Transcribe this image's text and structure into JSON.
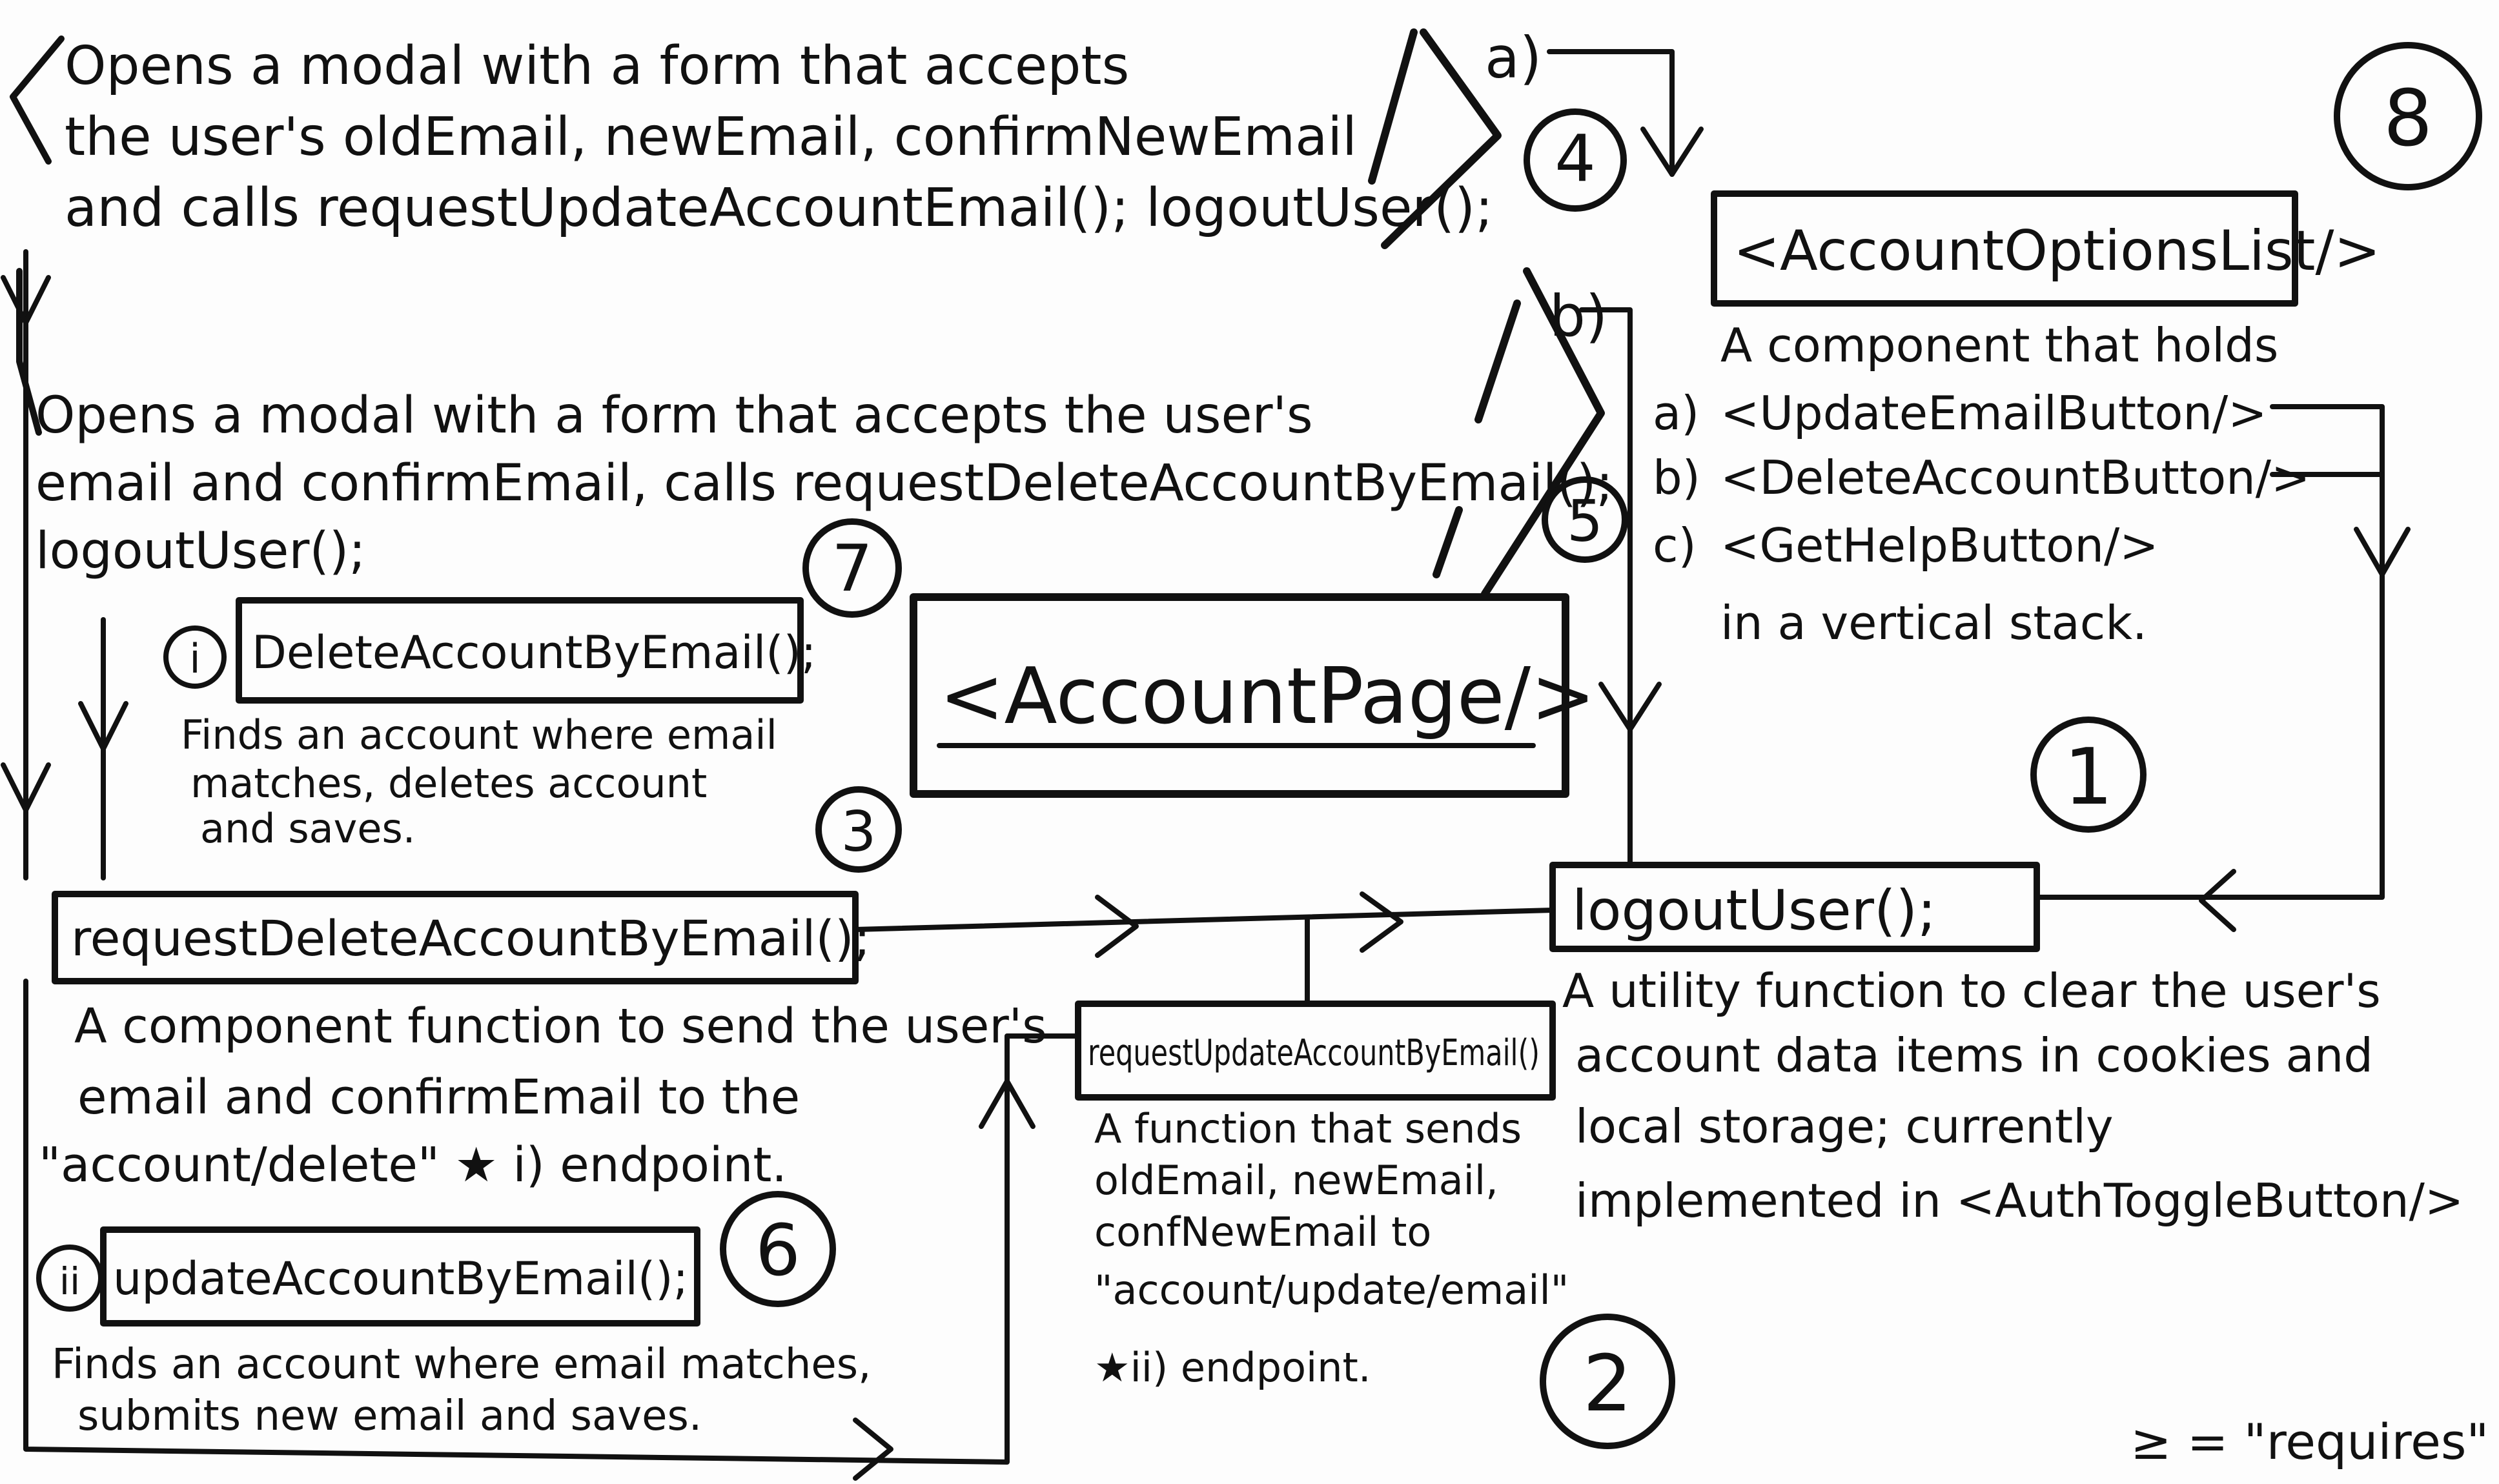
{
  "nodes": {
    "account_page": {
      "label": "<AccountPage/>"
    },
    "account_options_list": {
      "label": "<AccountOptionsList/>",
      "number": "8",
      "desc": [
        "A component that holds",
        "in a vertical stack."
      ],
      "items": [
        {
          "marker": "a)",
          "label": "<UpdateEmailButton/>"
        },
        {
          "marker": "b)",
          "label": "<DeleteAccountButton/>"
        },
        {
          "marker": "c)",
          "label": "<GetHelpButton/>"
        }
      ]
    },
    "logout_user": {
      "label": "logoutUser();",
      "number": "1",
      "desc": [
        "A utility function to clear the user's",
        "account data items in cookies and",
        "local storage; currently",
        "implemented in <AuthToggleButton/>"
      ]
    },
    "request_update": {
      "label": "requestUpdateAccountByEmail()",
      "number": "2",
      "desc": [
        "A function that sends",
        "oldEmail, newEmail,",
        "confNewEmail to",
        "\"account/update/email\"",
        "★ii) endpoint."
      ]
    },
    "request_delete": {
      "label": "requestDeleteAccountByEmail();",
      "number": "3",
      "desc": [
        "A component function to send the user's",
        "email and confirmEmail to the",
        "\"account/delete\" ★ i) endpoint."
      ]
    },
    "update_email_modal": {
      "marker": "a)",
      "number": "4",
      "desc": [
        "Opens a modal with a form that accepts",
        "the user's oldEmail, newEmail, confirmNewEmail",
        "and calls requestUpdateAccountEmail(); logoutUser();"
      ]
    },
    "delete_account_modal": {
      "marker": "b)",
      "number": "5",
      "desc": [
        "Opens a modal with a form that accepts the user's",
        "email and confirmEmail, calls requestDeleteAccountByEmail();",
        "logoutUser();"
      ]
    },
    "update_account_by_email": {
      "marker": "ii",
      "label": "updateAccountByEmail();",
      "number": "6",
      "desc": [
        "Finds an account where email matches,",
        "submits new email and saves."
      ]
    },
    "delete_account_by_email": {
      "marker": "i",
      "label": "DeleteAccountByEmail();",
      "number": "7",
      "desc": [
        "Finds an account where email",
        "matches, deletes account",
        "and saves."
      ]
    }
  },
  "legend": {
    "text": "≥ = \"requires\""
  }
}
